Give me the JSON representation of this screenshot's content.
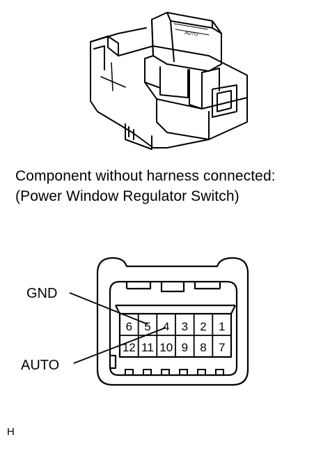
{
  "caption": {
    "line1": "Component without harness connected:",
    "line2": "(Power Window Regulator Switch)"
  },
  "switch_marking": "AUTO",
  "connector": {
    "top_row": [
      "6",
      "5",
      "4",
      "3",
      "2",
      "1"
    ],
    "bottom_row": [
      "12",
      "11",
      "10",
      "9",
      "8",
      "7"
    ],
    "labels": {
      "gnd": "GND",
      "auto": "AUTO"
    }
  },
  "footer_code": "H"
}
